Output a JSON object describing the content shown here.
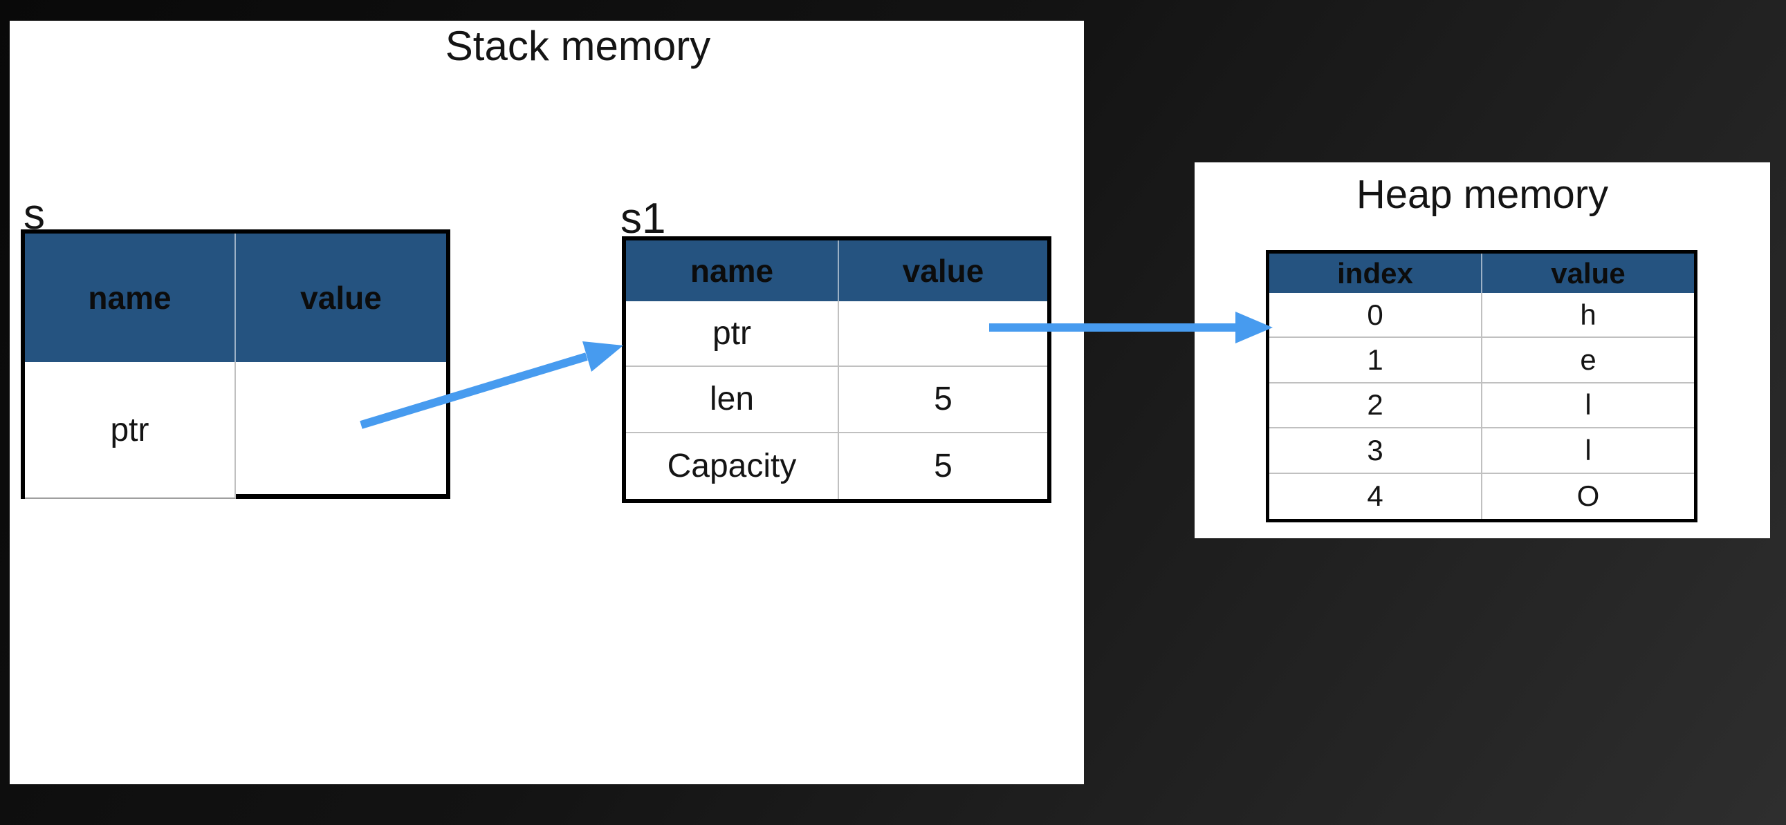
{
  "colors": {
    "header_blue": "#255380",
    "arrow_blue": "#479bef",
    "panel_bg": "#ffffff",
    "text_dark": "#141414",
    "table_border": "#000000",
    "divider": "#c0c0c0"
  },
  "stack_panel": {
    "title": "Stack memory",
    "s_table": {
      "label": "s",
      "headers": [
        "name",
        "value"
      ],
      "rows": [
        {
          "name": "ptr",
          "value": ""
        }
      ]
    },
    "s1_table": {
      "label": "s1",
      "headers": [
        "name",
        "value"
      ],
      "rows": [
        {
          "name": "ptr",
          "value": ""
        },
        {
          "name": "len",
          "value": "5"
        },
        {
          "name": "Capacity",
          "value": "5"
        }
      ]
    }
  },
  "heap_panel": {
    "title": "Heap memory",
    "table": {
      "headers": [
        "index",
        "value"
      ],
      "rows": [
        {
          "index": "0",
          "value": "h"
        },
        {
          "index": "1",
          "value": "e"
        },
        {
          "index": "2",
          "value": "l"
        },
        {
          "index": "3",
          "value": "l"
        },
        {
          "index": "4",
          "value": "O"
        }
      ]
    }
  }
}
